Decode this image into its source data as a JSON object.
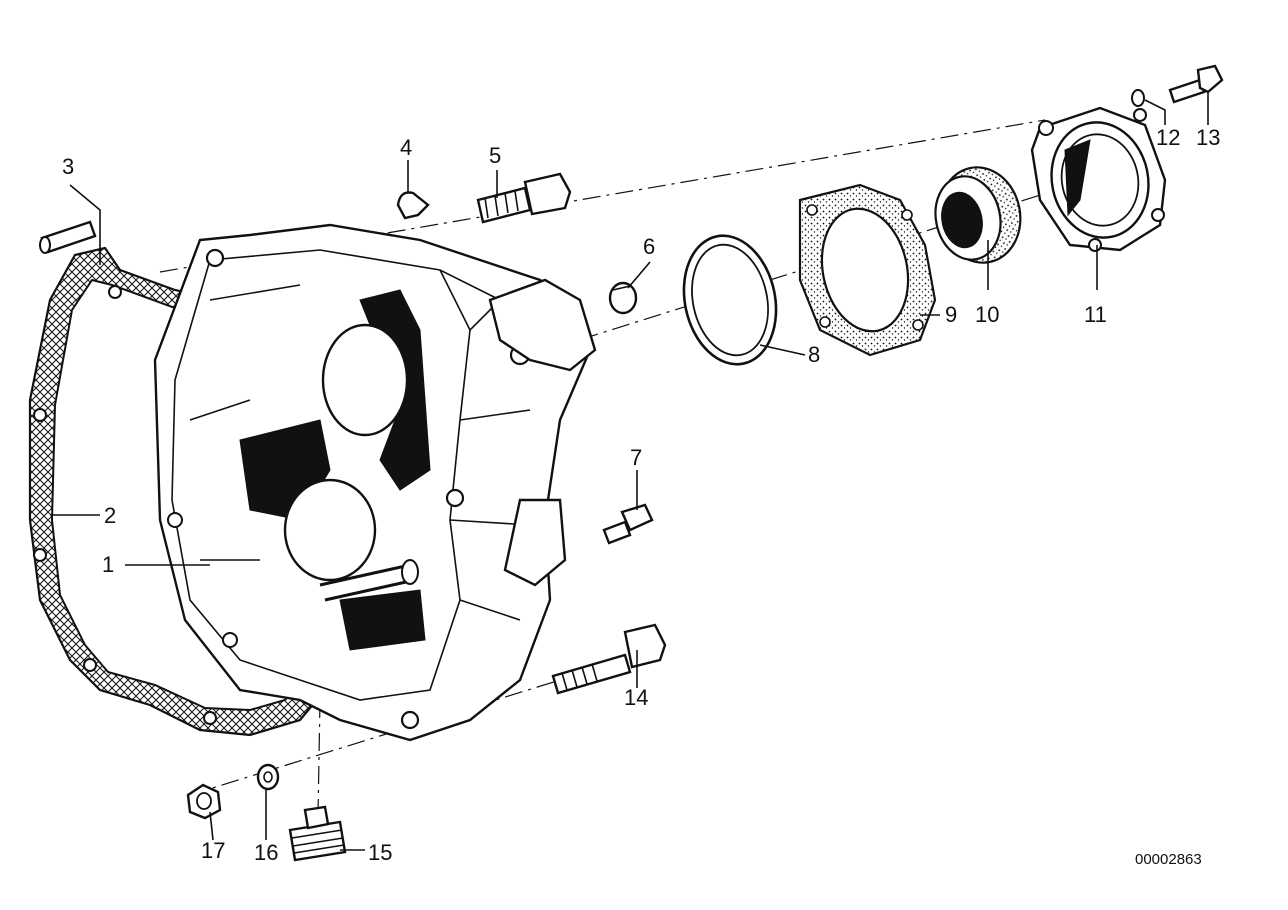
{
  "diagram_id": "00002863",
  "callouts": [
    {
      "n": "1"
    },
    {
      "n": "2"
    },
    {
      "n": "3"
    },
    {
      "n": "4"
    },
    {
      "n": "5"
    },
    {
      "n": "6"
    },
    {
      "n": "7"
    },
    {
      "n": "8"
    },
    {
      "n": "9"
    },
    {
      "n": "10"
    },
    {
      "n": "11"
    },
    {
      "n": "12"
    },
    {
      "n": "13"
    },
    {
      "n": "14"
    },
    {
      "n": "15"
    },
    {
      "n": "16"
    },
    {
      "n": "17"
    }
  ]
}
